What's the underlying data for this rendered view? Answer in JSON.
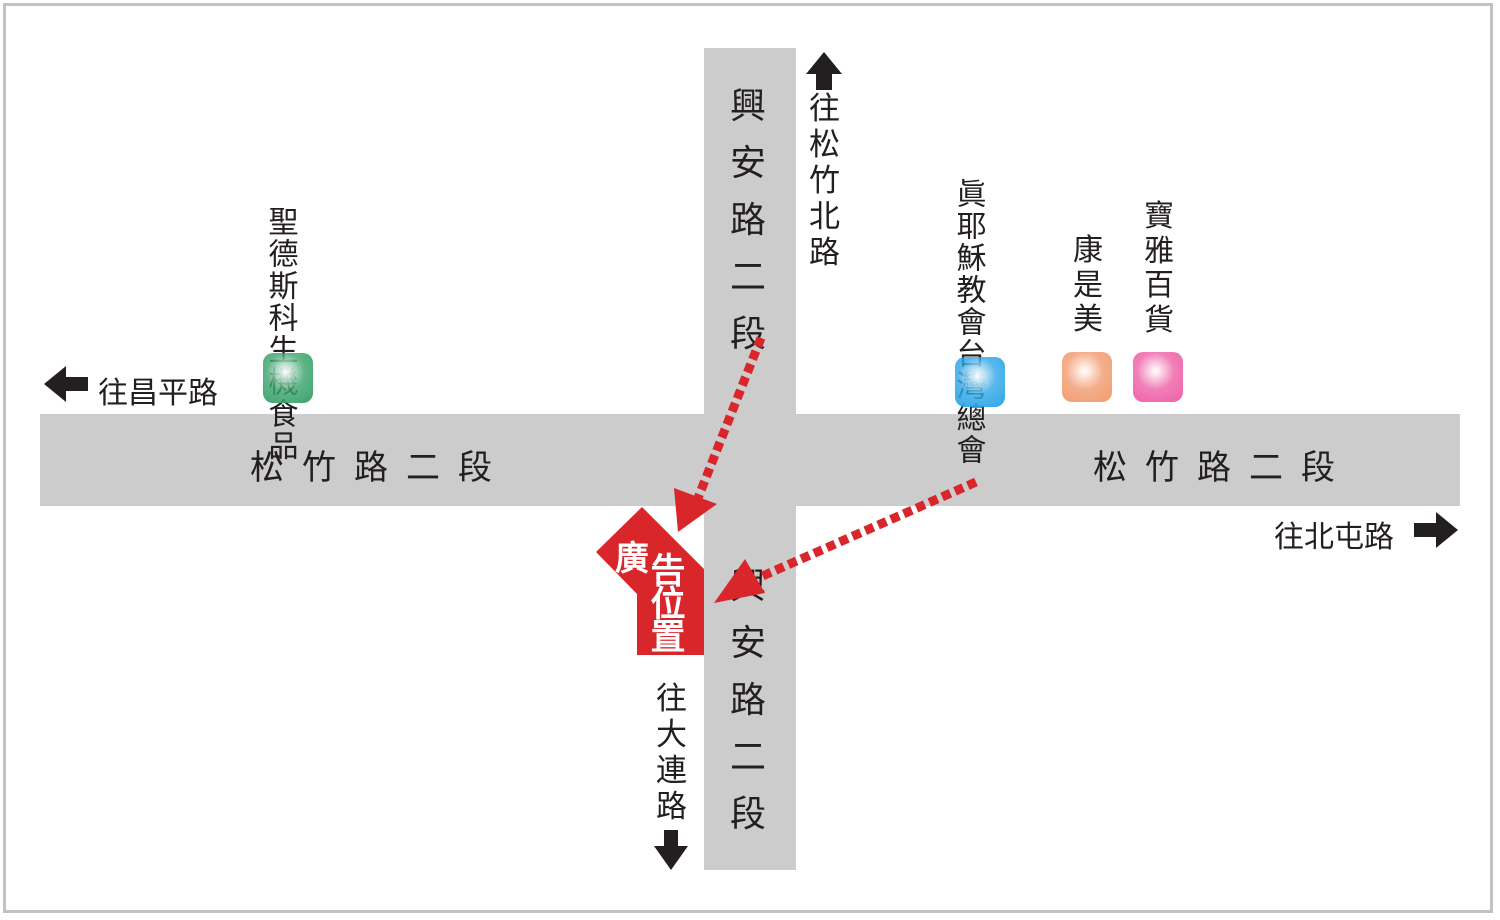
{
  "roads": {
    "horizontal": {
      "west_label": "松竹路二段",
      "east_label": "松竹路二段"
    },
    "vertical": {
      "north_label": "興安路二段",
      "south_label": "興安路二段"
    }
  },
  "directions": {
    "north": "往松竹北路",
    "south": "往大連路",
    "west": "往昌平路",
    "east": "往北屯路"
  },
  "landmarks": [
    {
      "name": "聖德斯科",
      "name2": "生機食品",
      "color": "#3aa36b"
    },
    {
      "name": "眞耶穌教會",
      "name2": "台灣總會",
      "color": "#2ea6e6"
    },
    {
      "name": "康是美",
      "color": "#f29a6e"
    },
    {
      "name": "寶雅百貨",
      "color": "#ee5fa6"
    }
  ],
  "target": {
    "line1": "廣",
    "line2": "告位置",
    "color": "#d9262b"
  },
  "colors": {
    "road": "#cccccc",
    "route": "#d9262b",
    "arrow": "#231f20"
  }
}
